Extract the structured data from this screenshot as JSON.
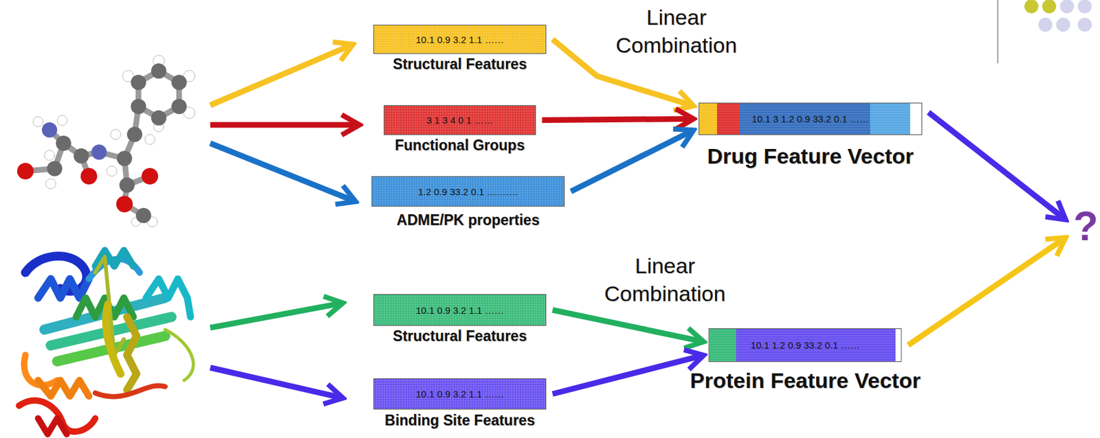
{
  "diagram": {
    "nodes": [
      {
        "text": [
          "10.1 0.9 3.2 1.1 ……",
          "Structural Features"
        ]
      },
      {
        "text": [
          "3 1 3 4 0 1 ……",
          "Functional Groups"
        ]
      },
      {
        "text": [
          "1.2 0.9 33.2 0.1 ……….",
          "ADME/PK properties"
        ]
      },
      {
        "text": [
          "10.1 3 1.2 0.9 33.2 0.1 ……",
          "Drug Feature Vector"
        ]
      },
      {
        "text": [
          "10.1 0.9 3.2 1.1 ……",
          "Structural Features"
        ]
      },
      {
        "text": [
          "10.1 0.9 3.2 1.1 ……",
          "Binding Site Features"
        ]
      },
      {
        "text": [
          "10.1 1.2 0.9 33.2 0.1 ……",
          "Protein Feature Vector"
        ]
      },
      {
        "text": [
          "?"
        ]
      }
    ],
    "edges": [
      {
        "from": 0,
        "to": 3,
        "arrow": "to"
      },
      {
        "from": 1,
        "to": 3,
        "arrow": "to"
      },
      {
        "from": 2,
        "to": 3,
        "arrow": "to"
      },
      {
        "from": 4,
        "to": 6,
        "arrow": "to"
      },
      {
        "from": 5,
        "to": 6,
        "arrow": "to"
      },
      {
        "from": 3,
        "to": 7,
        "arrow": "to"
      },
      {
        "from": 6,
        "to": 7,
        "arrow": "to"
      }
    ],
    "labels": [
      "Linear Combination",
      "Linear Combination"
    ]
  }
}
